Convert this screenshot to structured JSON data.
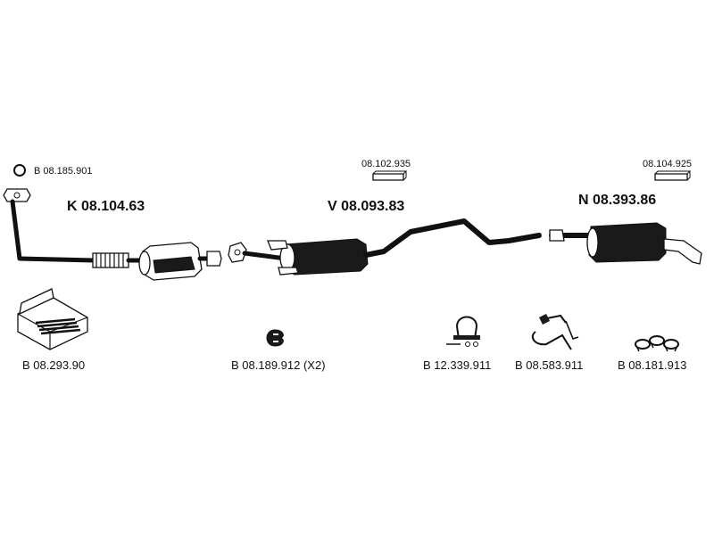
{
  "labels": {
    "ring_ref": "B 08.185.901",
    "front_pipe": "K 08.104.63",
    "middle_silencer": "V 08.093.83",
    "rear_silencer": "N 08.393.86",
    "mount_kit": "B 08.293.90",
    "clamp_x2": "B 08.189.912 (X2)",
    "clamp_bolt": "B 12.339.911",
    "hanger_strap": "B 08.583.911",
    "rubber_mounts": "B 08.181.913",
    "heat_shield_mid": "08.102.935",
    "heat_shield_rear": "08.104.925"
  }
}
